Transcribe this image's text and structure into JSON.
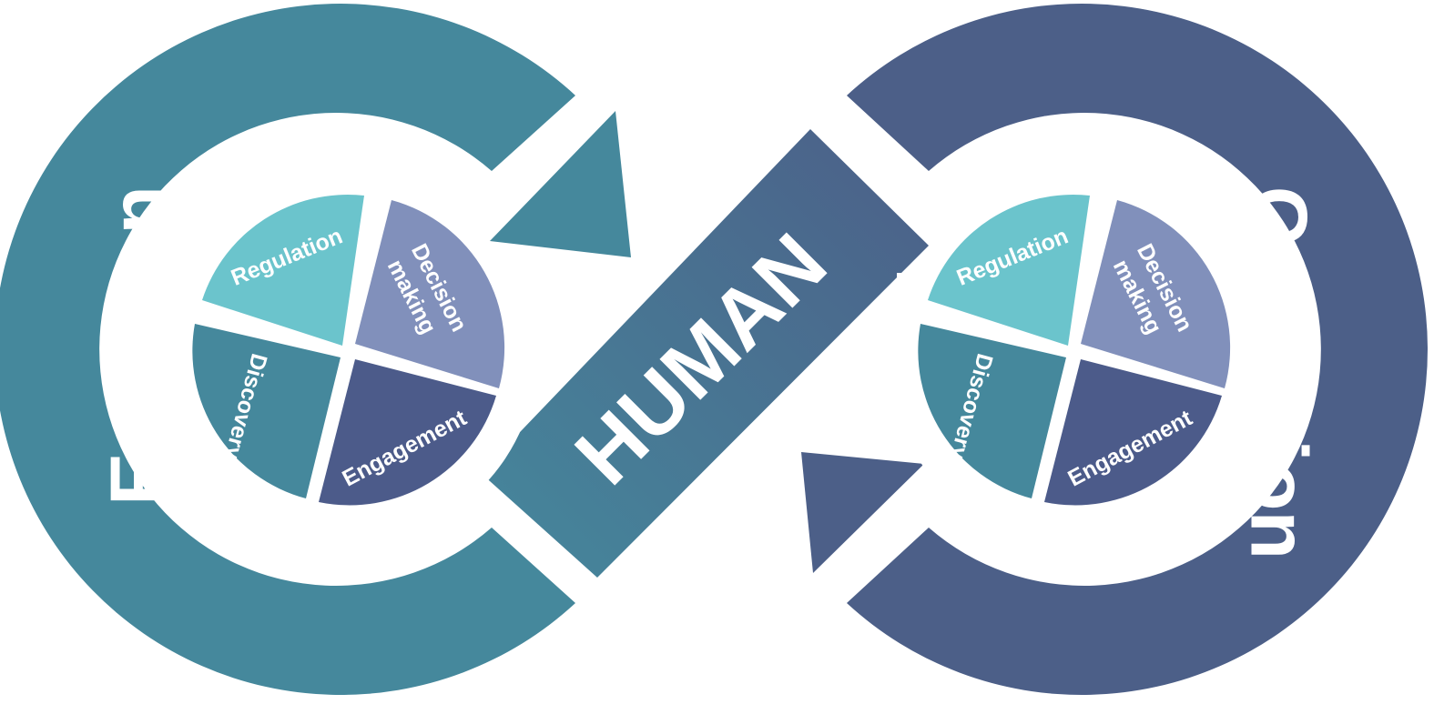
{
  "colors": {
    "emotion": "#45889c",
    "cognition": "#4c5f88",
    "regulation": "#6bc4cc",
    "decision": "#8190bb",
    "discovery": "#45889c",
    "engagement": "#4c5b8a",
    "background": "#ffffff"
  },
  "left": {
    "title": "Emotion",
    "regulation": "Regulation",
    "decision_line1": "Decision",
    "decision_line2": "making",
    "discovery": "Discovery",
    "engagement": "Engagement"
  },
  "right": {
    "title": "Cognition",
    "regulation": "Regulation",
    "decision_line1": "Decision",
    "decision_line2": "making",
    "discovery": "Discovery",
    "engagement": "Engagement"
  },
  "center": {
    "label": "HUMAN"
  }
}
